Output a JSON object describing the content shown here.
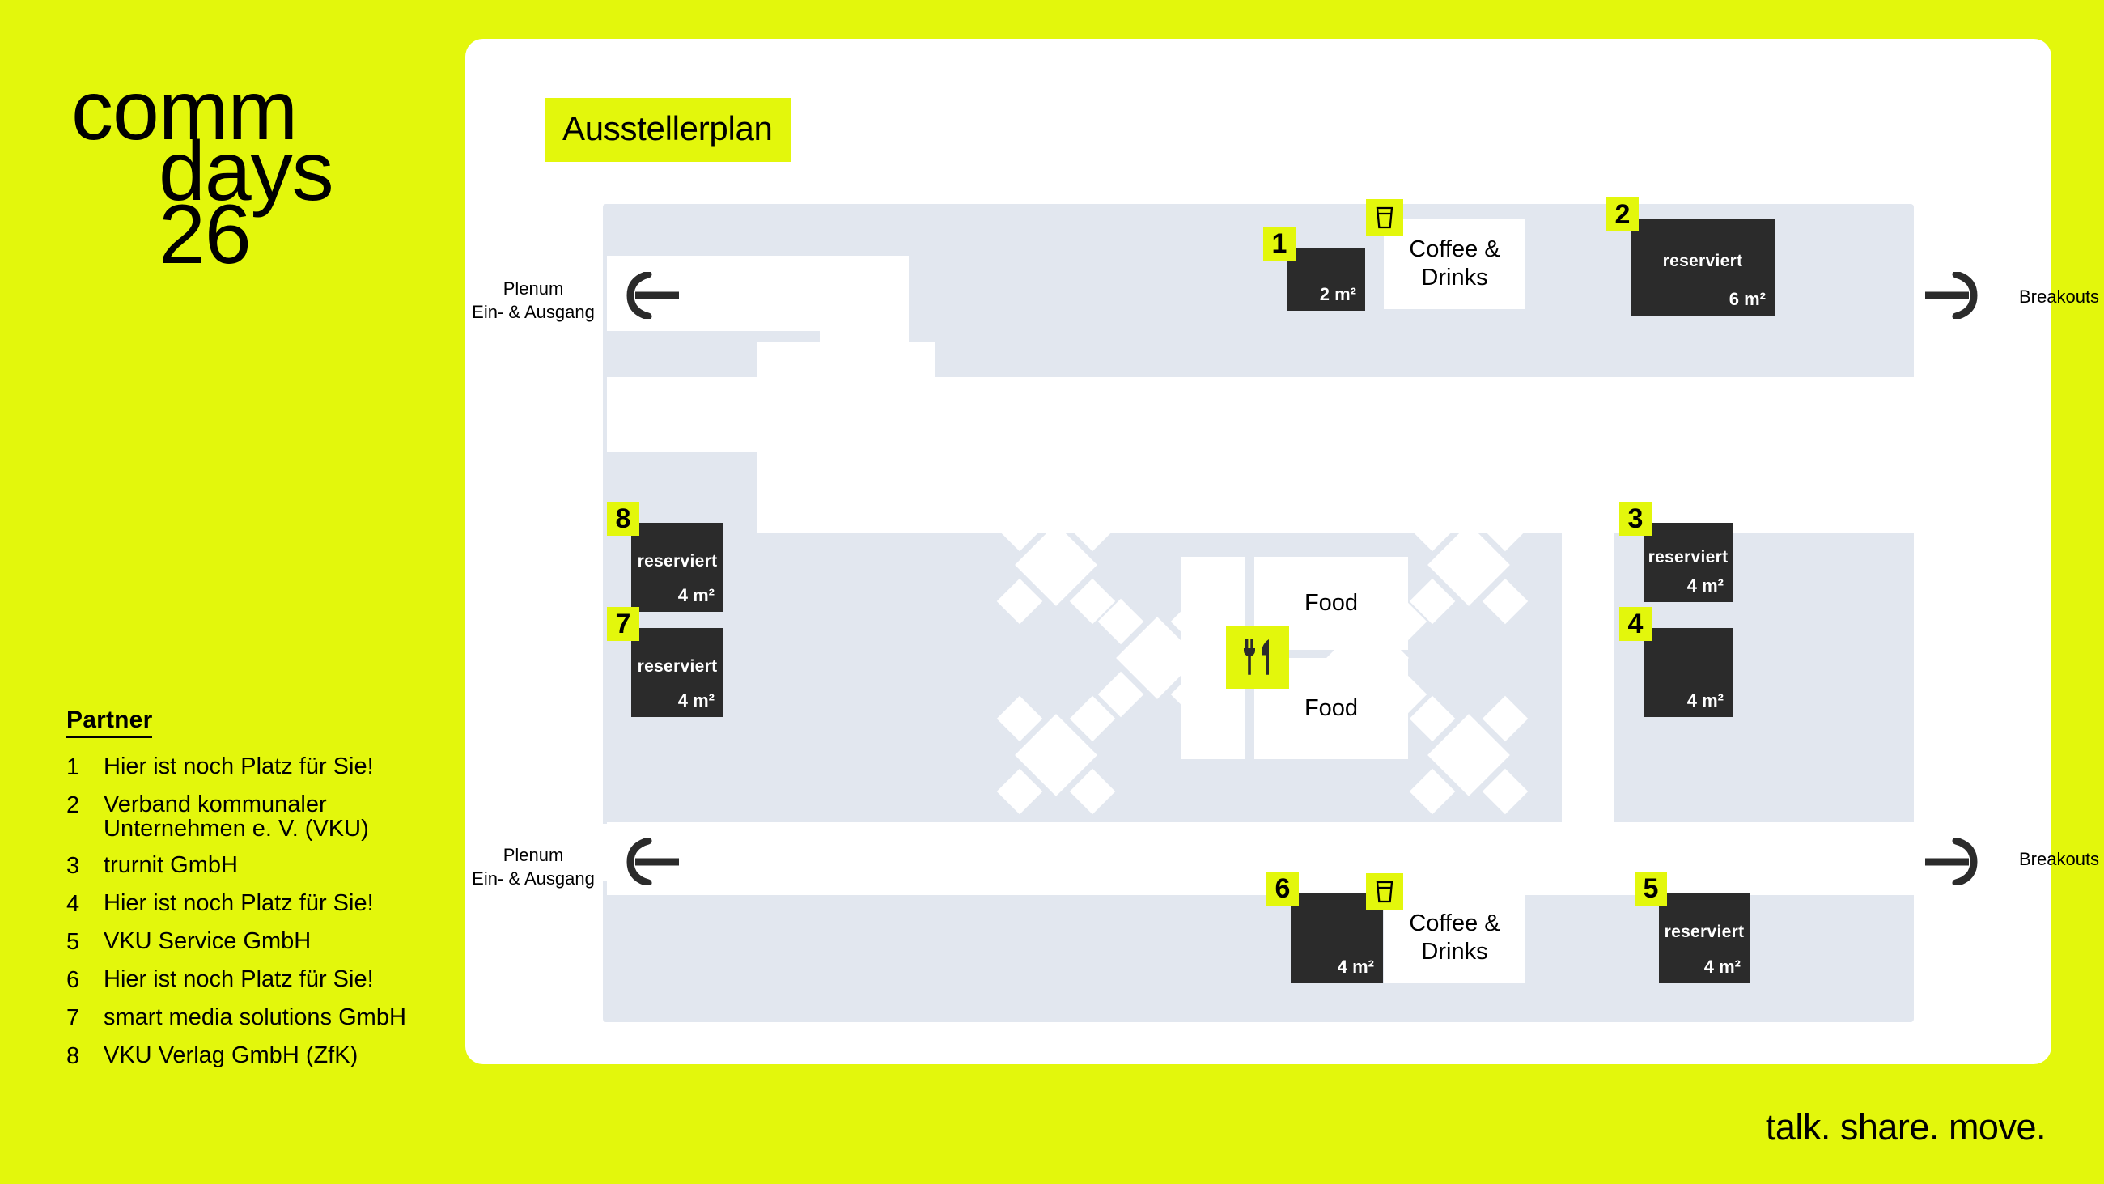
{
  "brand": {
    "logo_line1": "comm",
    "logo_line2": "days",
    "logo_line3": "26",
    "tagline": "talk. share. move.",
    "accent_color": "#e3f70c",
    "floor_color": "#e2e7ef",
    "booth_color": "#2b2b2b"
  },
  "plan": {
    "title": "Ausstellerplan"
  },
  "labels": {
    "plenum_top": "Plenum\nEin- & Ausgang",
    "plenum_top_l1": "Plenum",
    "plenum_top_l2": "Ein- & Ausgang",
    "plenum_bottom_l1": "Plenum",
    "plenum_bottom_l2": "Ein- & Ausgang",
    "breakouts_top": "Breakouts",
    "breakouts_bottom": "Breakouts"
  },
  "services": [
    {
      "id": "coffee-top",
      "label_l1": "Coffee &",
      "label_l2": "Drinks",
      "icon": "cup-icon"
    },
    {
      "id": "food-top",
      "label_l1": "Food",
      "label_l2": "",
      "icon": "cutlery-icon"
    },
    {
      "id": "food-bottom",
      "label_l1": "Food",
      "label_l2": "",
      "icon": ""
    },
    {
      "id": "coffee-bottom",
      "label_l1": "Coffee &",
      "label_l2": "Drinks",
      "icon": "cup-icon"
    }
  ],
  "booths": [
    {
      "number": "1",
      "status": "",
      "area": "2 m²"
    },
    {
      "number": "2",
      "status": "reserviert",
      "area": "6 m²"
    },
    {
      "number": "3",
      "status": "reserviert",
      "area": "4 m²"
    },
    {
      "number": "4",
      "status": "",
      "area": "4 m²"
    },
    {
      "number": "5",
      "status": "reserviert",
      "area": "4 m²"
    },
    {
      "number": "6",
      "status": "",
      "area": "4 m²"
    },
    {
      "number": "7",
      "status": "reserviert",
      "area": "4 m²"
    },
    {
      "number": "8",
      "status": "reserviert",
      "area": "4 m²"
    }
  ],
  "partner": {
    "heading": "Partner",
    "items": [
      {
        "num": "1",
        "name": "Hier ist noch Platz für Sie!"
      },
      {
        "num": "2",
        "name": "Verband kommunaler Unternehmen e. V.  (VKU)"
      },
      {
        "num": "3",
        "name": "trurnit GmbH"
      },
      {
        "num": "4",
        "name": "Hier ist noch Platz für Sie!"
      },
      {
        "num": "5",
        "name": "VKU Service GmbH"
      },
      {
        "num": "6",
        "name": "Hier ist noch Platz für Sie!"
      },
      {
        "num": "7",
        "name": "smart media solutions GmbH"
      },
      {
        "num": "8",
        "name": "VKU Verlag GmbH (ZfK)"
      }
    ]
  }
}
